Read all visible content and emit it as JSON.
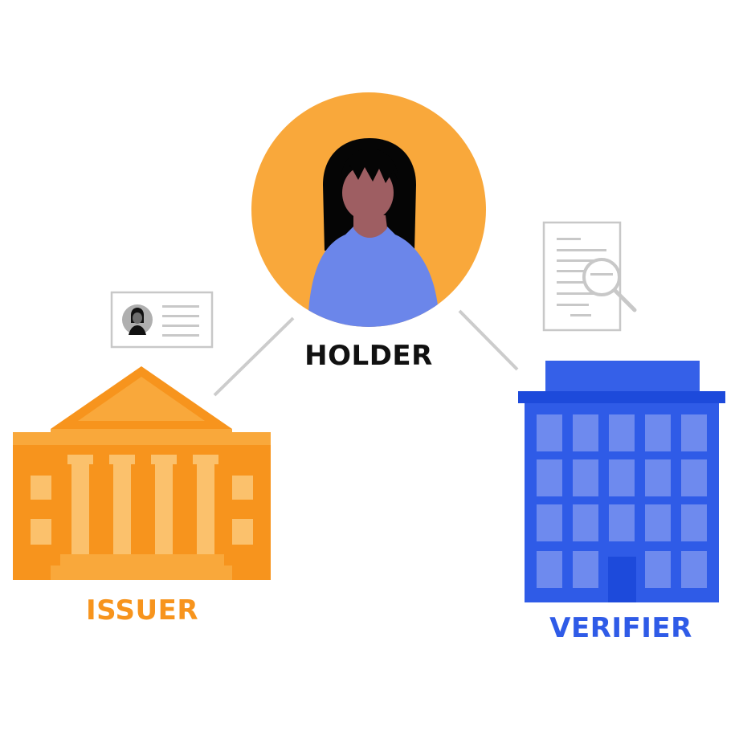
{
  "colors": {
    "issuer": "#F7941D",
    "holder_circle": "#F9A83B",
    "holder_label": "#111111",
    "verifier": "#2F5BE7",
    "connector": "#C8C8C8"
  },
  "roles": {
    "holder": {
      "label": "HOLDER"
    },
    "issuer": {
      "label": "ISSUER"
    },
    "verifier": {
      "label": "VERIFIER"
    }
  }
}
